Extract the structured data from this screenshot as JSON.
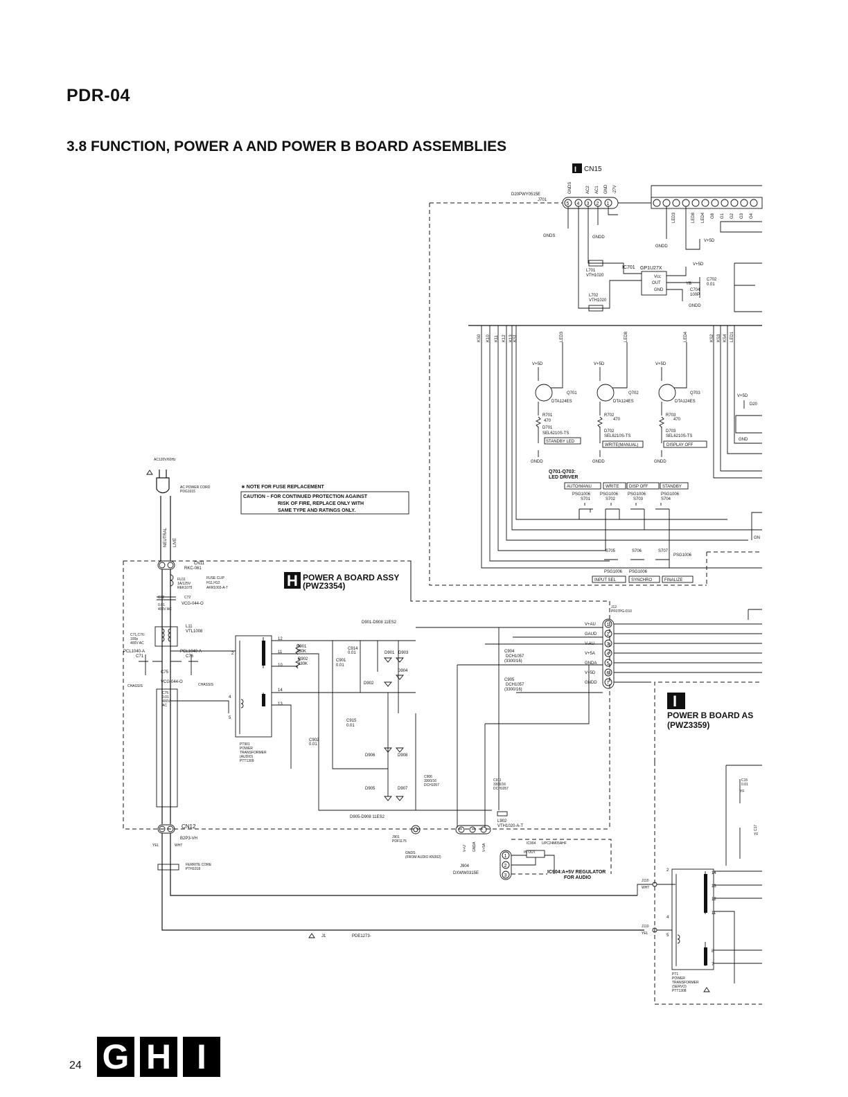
{
  "header": {
    "model": "PDR-04",
    "section_title": "3.8 FUNCTION, POWER A AND POWER B BOARD ASSEMBLIES"
  },
  "footer": {
    "page_number": "24",
    "tabs": [
      "G",
      "H",
      "I"
    ]
  },
  "function_board": {
    "cn15": {
      "letter": "I",
      "label": "CN15"
    },
    "j701": {
      "part": "D20PWY0515E",
      "ref": "J701",
      "pins": [
        "GNDS",
        "AC2",
        "AC1",
        "GND",
        "-27V"
      ],
      "pin_numbers": [
        "5",
        "4",
        "3",
        "2",
        "1"
      ]
    },
    "grounds": {
      "gnds": "GNDS",
      "gndd": "GNDD"
    },
    "fl_pins": [
      "LED3",
      "LED8",
      "LED4",
      "G8",
      "G1",
      "G2",
      "G3",
      "G4"
    ],
    "vplus5d": "V+5D",
    "ic701": {
      "ref": "IC701",
      "part": "GP1U27X",
      "pins": [
        "Vcc",
        "OUT",
        "GND"
      ]
    },
    "l701": {
      "ref": "L701",
      "part": "VTH1020"
    },
    "l702": {
      "ref": "L702",
      "part": "VTH1020"
    },
    "c702": {
      "ref": "C702",
      "value": "0.01"
    },
    "c704": {
      "ref": "C704",
      "value": "100P"
    },
    "yb": "YB",
    "bus_left": [
      "KS0",
      "K10",
      "K11",
      "K12",
      "K13",
      "KS1"
    ],
    "bus_right": [
      "KS2",
      "KS3",
      "KS4",
      "LED1"
    ],
    "bus_mid": [
      "LED3",
      "LED8",
      "LED4"
    ],
    "transistors": [
      {
        "ref": "Q701",
        "part": "DTA124ES",
        "r_ref": "R701",
        "r_val": "470",
        "d_ref": "D701",
        "d_part": "SEL6210S-TS",
        "label": "STANDBY LED"
      },
      {
        "ref": "Q702",
        "part": "DTA124ES",
        "r_ref": "R702",
        "r_val": "470",
        "d_ref": "D702",
        "d_part": "SEL6210S-TS",
        "label": "WRITE(MANUAL)"
      },
      {
        "ref": "Q703",
        "part": "DTA124ES",
        "r_ref": "R703",
        "r_val": "470",
        "d_ref": "D703",
        "d_part": "SEL6210S-TS",
        "label": "DISPLAY OFF"
      }
    ],
    "led_driver_note": [
      "Q701-Q703:",
      "LED DRIVER"
    ],
    "switch_labels_top": [
      "AUTO/MANU",
      "WRITE",
      "DISP OFF",
      "STANDBY"
    ],
    "switches_top": [
      {
        "part": "PSG1006",
        "ref": "S701"
      },
      {
        "part": "PSG1006",
        "ref": "S702"
      },
      {
        "part": "PSG1006",
        "ref": "S703"
      },
      {
        "part": "PSG1006",
        "ref": "S704"
      }
    ],
    "switches_bottom": [
      "S705",
      "S706",
      "S707"
    ],
    "switch_part_bottom": "PSG1006",
    "switch_labels_bottom": [
      "INPUT SEL",
      "SYNCHRO",
      "FINALIZE"
    ],
    "right_edge": [
      "D20",
      "GND",
      "GN"
    ]
  },
  "power_a": {
    "letter": "H",
    "title": "POWER A BOARD ASSY",
    "part": "(PWZ3354)",
    "ac_input": "AC120V/60Hz",
    "cord": {
      "name": "AC POWER CORD",
      "part": "PDG1015"
    },
    "note_title": "∗ NOTE FOR FUSE REPLACEMENT",
    "caution": [
      "CAUTION – FOR CONTINUED PROTECTION AGAINST",
      "RISK OF FIRE, REPLACE ONLY WITH",
      "SAME TYPE AND RATINGS ONLY."
    ],
    "neutral": "NEUTRAL",
    "live": "LIVE",
    "cn11": {
      "ref": "CN11",
      "part": "RKC-061"
    },
    "fu11": [
      "FU11",
      "1A/125V",
      "REK1075"
    ],
    "fuse_clip": [
      "FUSE CLIP",
      "H11,H12",
      "AKR1003-A-T"
    ],
    "c72": [
      "C72",
      "0.01",
      "400V AC"
    ],
    "c72_part": "VCG-044-O",
    "l11": {
      "ref": "L11",
      "part": "VTL1008"
    },
    "c71_c76": [
      "C71,C76:",
      "100p",
      "400V AC"
    ],
    "pcl_left": "PCL1040-A",
    "pcl_right": "PCL1040-A",
    "c71": "C71",
    "c76": "C76",
    "c75": "C75",
    "c75_part": "VCG-044-O",
    "c75_spec": [
      "C75",
      "0.01",
      "400V",
      "AC"
    ],
    "chassis": "CHASSIS",
    "transformer": [
      "PT901",
      "POWER",
      "TRANSFORMER",
      "(AUDIO)",
      "PTT1309"
    ],
    "tx_pins": [
      "12",
      "11",
      "10",
      "14",
      "13",
      "2",
      "4",
      "5"
    ],
    "r901": [
      "R901",
      "330K"
    ],
    "r902": [
      "R902",
      "330K"
    ],
    "diodes_top": "D901-D908 11ES2",
    "diodes_bottom": "D905-D908 11ES2",
    "c914": [
      "C914",
      "0.01"
    ],
    "c901": [
      "C901",
      "0.01"
    ],
    "d901": "D901",
    "d903": "D903",
    "d904": "D904",
    "d902": "D902",
    "c915": [
      "C915",
      "0.01"
    ],
    "c902": [
      "C902",
      "0.01"
    ],
    "d906": "D906",
    "d908": "D908",
    "d905": "D905",
    "d907": "D907",
    "c904": [
      "C904",
      "DCH1057",
      "(3300/16)"
    ],
    "c905": [
      "C905",
      "DCH1057",
      "(3300/16)"
    ],
    "c906": [
      "C906",
      "3300/16",
      "DCH1057"
    ],
    "c911": [
      "C911",
      "3300/16",
      "DCH1057"
    ],
    "j12": {
      "ref": "J12",
      "part": "PF07PG-D10"
    },
    "j12_pins": [
      "V+AU",
      "GAUD",
      "V-AU",
      "V+5A",
      "GNDA",
      "V+5D",
      "GNDD"
    ],
    "j12_pin_numbers": [
      "1",
      "2",
      "3",
      "4",
      "5",
      "6",
      "7"
    ],
    "l902": {
      "ref": "L902",
      "part": "VTH1020-A-T"
    },
    "cn12": {
      "ref": "CN12",
      "part": "B2P3-VH"
    },
    "yel": "YEL",
    "wht": "WHT",
    "ferrite": [
      "FERRITE CORE",
      "PTH1018"
    ],
    "j901": [
      "J901",
      "PDF1175"
    ],
    "gnds_note": [
      "GNDS",
      "(FROM AUDIO KN302)"
    ],
    "j904": {
      "ref": "J904",
      "part": "DXWW0315E"
    },
    "j904_pins": [
      "V+U",
      "GNDA",
      "V+5A"
    ],
    "ic904": {
      "ref": "IC904",
      "part": "UPC24M05AHF",
      "io": "IN OUT"
    },
    "ic904_note": [
      "IC904:A+5V REGULATOR",
      "FOR AUDIO"
    ],
    "j1": {
      "ref": "J1",
      "part": "PDE1273-"
    }
  },
  "power_b": {
    "letter": "I",
    "title": "POWER B BOARD AS",
    "part": "(PWZ3359)",
    "j110_a": {
      "ref": "J110",
      "wire": "WHT"
    },
    "j110_b": {
      "ref": "J110",
      "wire": "YEL"
    },
    "transformer": [
      "PT1",
      "POWER",
      "TRANSFORMER",
      "(SERVO)",
      "PTT1308"
    ],
    "tx_pins": [
      "2",
      "4",
      "5",
      "14",
      "13",
      "12",
      "11",
      "8",
      "7"
    ],
    "c15": [
      "C15",
      "0.01",
      "YF"
    ],
    "c17": [
      "C17",
      "YF"
    ]
  }
}
